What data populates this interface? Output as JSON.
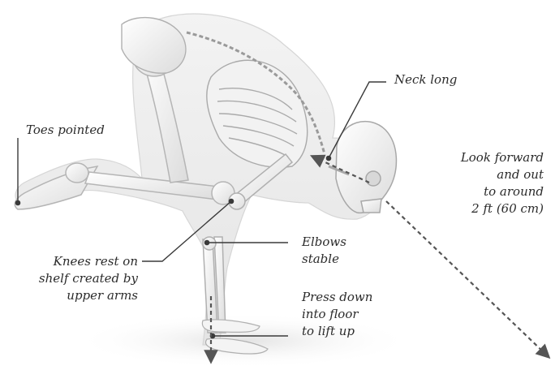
{
  "annotations": {
    "toes": {
      "lines": [
        "Toes pointed"
      ]
    },
    "neck": {
      "lines": [
        "Neck long"
      ]
    },
    "look": {
      "lines": [
        "Look forward",
        "and out",
        "to around",
        "2 ft (60 cm)"
      ]
    },
    "knees": {
      "lines": [
        "Knees rest on",
        "shelf created by",
        "upper arms"
      ]
    },
    "elbows": {
      "lines": [
        "Elbows",
        "stable"
      ]
    },
    "press": {
      "lines": [
        "Press down",
        "into floor",
        "to lift up"
      ]
    }
  },
  "colors": {
    "text": "#2b2b2b",
    "leader": "#3a3a3a",
    "arrow": "#555555",
    "bone": "#efefef",
    "bone_edge": "#b5b5b5",
    "skin": "#e9e9e9",
    "floor_shadow": "#e6e6e6"
  },
  "figure": {
    "subject": "skeleton-in-crow-pose"
  }
}
